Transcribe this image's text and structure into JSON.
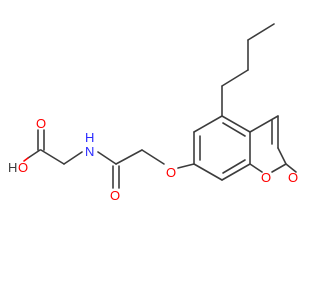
{
  "molecule": {
    "atoms": {
      "acid_oh": {
        "element": "O",
        "hydrogen": "H",
        "color": "#ff0000"
      },
      "acid_o": {
        "element": "O",
        "color": "#ff0000"
      },
      "amide_nh": {
        "element": "N",
        "hydrogen": "H",
        "color": "#2a2aff"
      },
      "amide_o": {
        "element": "O",
        "color": "#ff0000"
      },
      "ether_o": {
        "element": "O",
        "color": "#ff0000"
      },
      "ring_o": {
        "element": "O",
        "color": "#ff0000"
      },
      "lactone_o": {
        "element": "O",
        "color": "#ff0000"
      }
    },
    "bond_color": "#3c3c3c"
  }
}
